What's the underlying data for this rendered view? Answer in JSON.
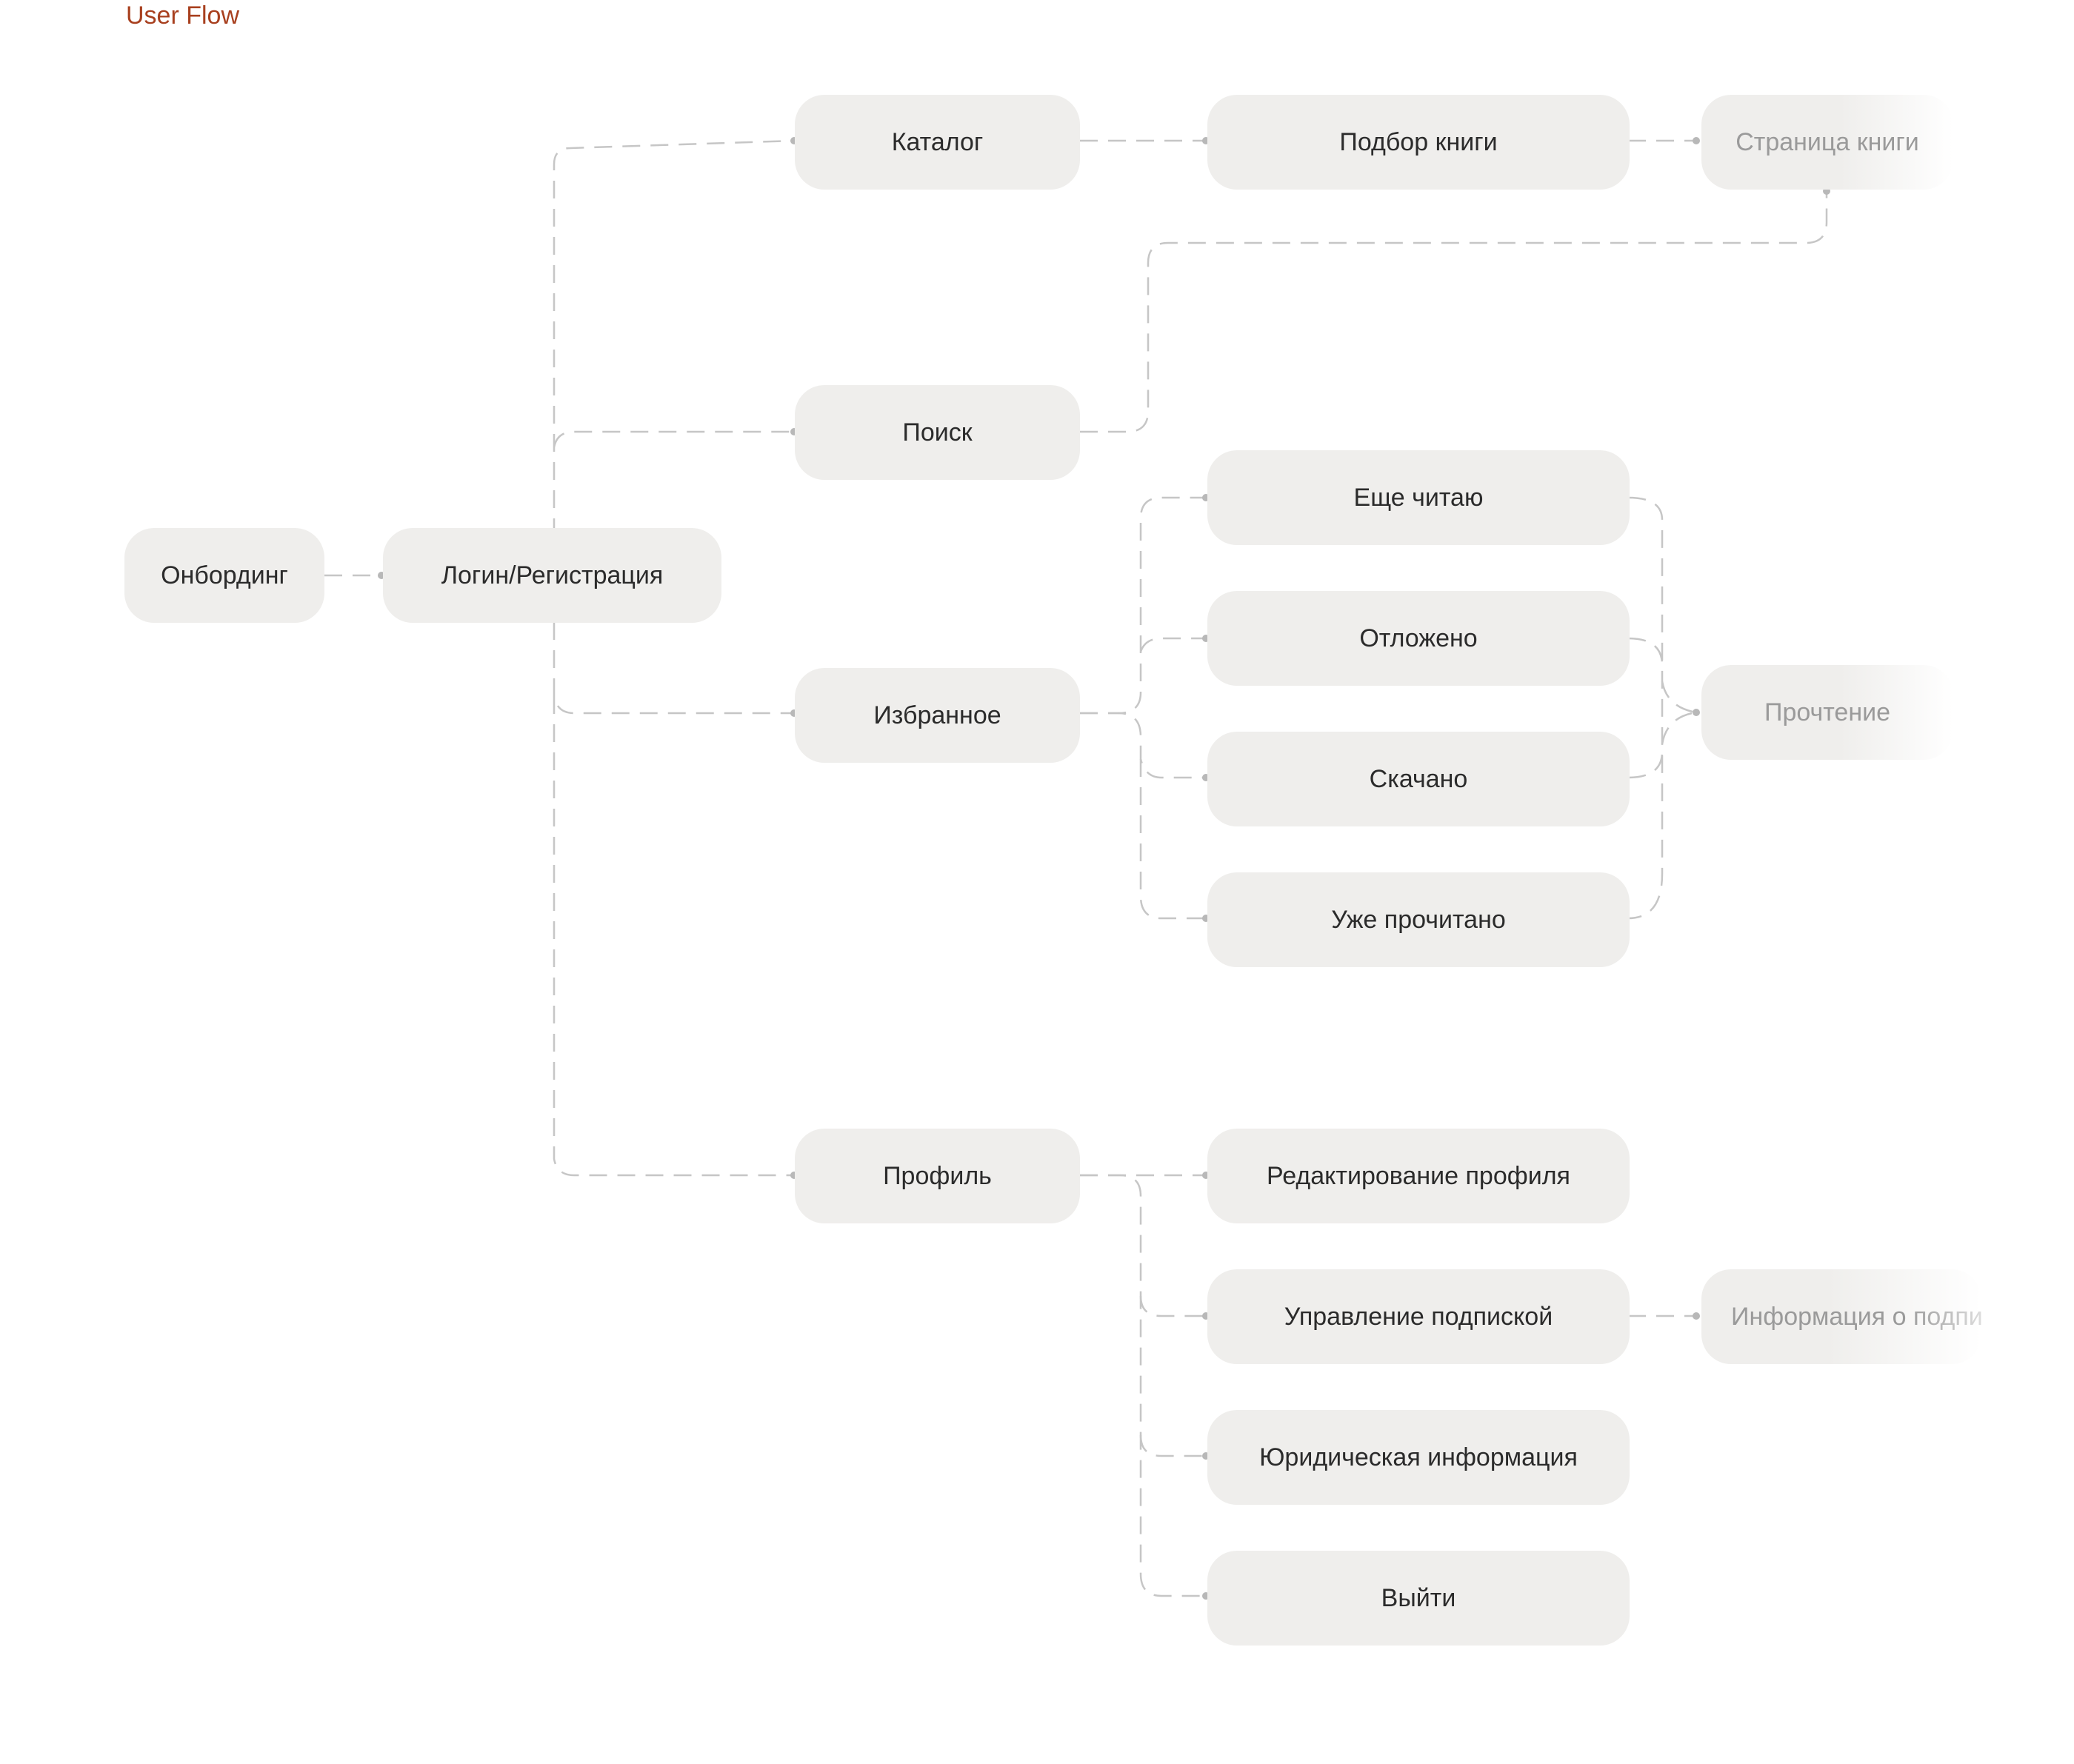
{
  "header": {
    "title": "User Flow"
  },
  "nodes": {
    "onboarding": "Онбординг",
    "login": "Логин/Регистрация",
    "catalog": "Каталог",
    "book_selection": "Подбор книги",
    "book_page": "Страница книги",
    "search": "Поиск",
    "favorites": "Избранное",
    "still_reading": "Еще читаю",
    "postponed": "Отложено",
    "downloaded": "Скачано",
    "already_read": "Уже прочитано",
    "reading": "Прочтение",
    "profile": "Профиль",
    "edit_profile": "Редактирование профиля",
    "manage_subscription": "Управление подпиской",
    "subscription_info": "Информация о подписке",
    "legal_info": "Юридическая информация",
    "logout": "Выйти"
  },
  "colors": {
    "title": "#a8401f",
    "node_bg": "#efeeec",
    "node_text": "#2b2b2b",
    "faded_text": "#9a9a9a",
    "connector": "#c6c6c6",
    "connector_dot": "#b8b8b8"
  }
}
